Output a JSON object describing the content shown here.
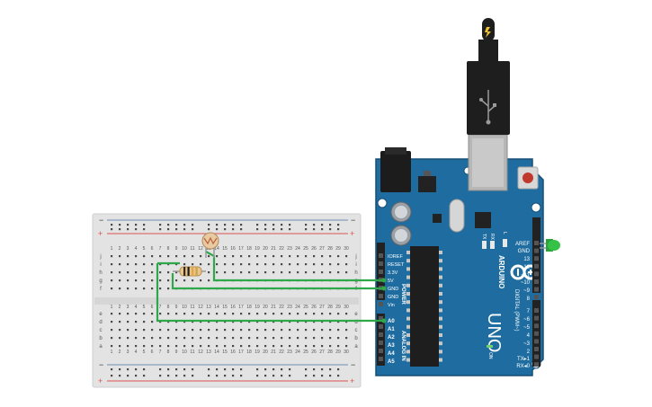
{
  "breadboard": {
    "columns": [
      "1",
      "2",
      "3",
      "4",
      "5",
      "6",
      "7",
      "8",
      "9",
      "10",
      "11",
      "12",
      "13",
      "14",
      "15",
      "16",
      "17",
      "18",
      "19",
      "20",
      "21",
      "22",
      "23",
      "24",
      "25",
      "26",
      "27",
      "28",
      "29",
      "30"
    ],
    "top_rows": [
      "j",
      "i",
      "h",
      "g",
      "f"
    ],
    "bottom_rows": [
      "e",
      "d",
      "c",
      "b",
      "a"
    ],
    "rail_minus": "−",
    "rail_plus": "+"
  },
  "arduino": {
    "brand": "ARDUINO",
    "model": "UNO",
    "power_header_title": "POWER",
    "analog_header_title": "ANALOG IN",
    "digital_header_title": "DIGITAL (PWM~)",
    "power_pins": [
      "IOREF",
      "RESET",
      "3.3V",
      "5V",
      "GND",
      "GND",
      "Vin"
    ],
    "analog_pins": [
      "A0",
      "A1",
      "A2",
      "A3",
      "A4",
      "A5"
    ],
    "digital_top_pins": [
      "AREF",
      "GND",
      "13",
      "12",
      "~11",
      "~10",
      "~9",
      "8"
    ],
    "digital_bottom_pins": [
      "7",
      "~6",
      "~5",
      "4",
      "~3",
      "2",
      "TX▸1",
      "RX◂0"
    ],
    "leds": [
      "L",
      "TX",
      "RX"
    ],
    "on_label": "ON"
  },
  "colors": {
    "board_blue": "#1f6da0",
    "board_edge": "#164f76",
    "wire_green": "#2fa84a",
    "breadboard_bg": "#e3e3e3",
    "rail_red": "#d9534f",
    "rail_blue": "#6d8fb6",
    "led_green": "#35c246"
  },
  "components": {
    "sensor": "photoresistor",
    "resistor_bands": [
      "#3a2a1a",
      "#1a1a1a",
      "#e8a33c",
      "#c9a24a"
    ]
  }
}
